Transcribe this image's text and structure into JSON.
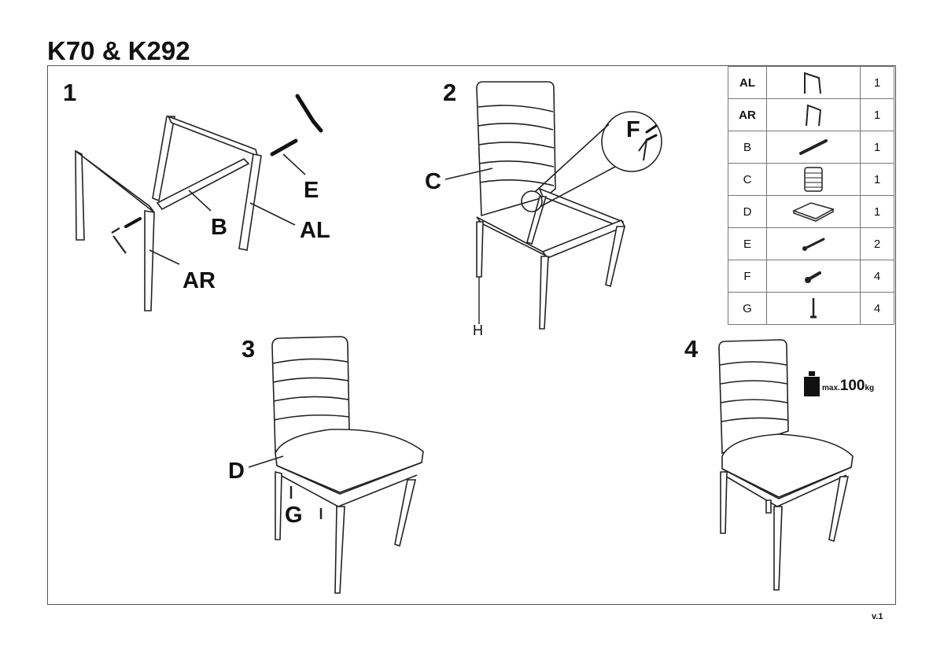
{
  "title": "K70 & K292",
  "version": "v.1",
  "steps": [
    "1",
    "2",
    "3",
    "4"
  ],
  "labels": {
    "E": "E",
    "B": "B",
    "AL": "AL",
    "AR": "AR",
    "C": "C",
    "F": "F",
    "H": "H",
    "D": "D",
    "G": "G"
  },
  "parts": [
    {
      "code": "AL",
      "qty": "1",
      "icon": "left-frame-icon",
      "bold": true
    },
    {
      "code": "AR",
      "qty": "1",
      "icon": "right-frame-icon",
      "bold": true
    },
    {
      "code": "B",
      "qty": "1",
      "icon": "crossbar-icon",
      "bold": false
    },
    {
      "code": "C",
      "qty": "1",
      "icon": "backrest-icon",
      "bold": false
    },
    {
      "code": "D",
      "qty": "1",
      "icon": "seat-cushion-icon",
      "bold": false
    },
    {
      "code": "E",
      "qty": "2",
      "icon": "long-bolt-icon",
      "bold": false
    },
    {
      "code": "F",
      "qty": "4",
      "icon": "short-bolt-icon",
      "bold": false
    },
    {
      "code": "G",
      "qty": "4",
      "icon": "screw-icon",
      "bold": false
    }
  ],
  "weight": {
    "prefix": "max.",
    "value": "100",
    "unit": "kg",
    "icon": "weight-icon"
  }
}
